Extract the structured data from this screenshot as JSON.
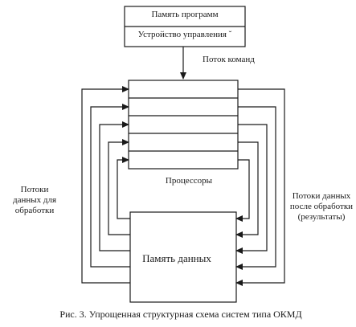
{
  "blocks": {
    "program_memory": "Память программ",
    "control_unit": "Устройство управления ˇ",
    "data_memory": "Память данных"
  },
  "labels": {
    "command_flow": "Поток команд",
    "processors": "Процессоры",
    "input_flows": [
      "Потоки",
      "данных для",
      "обработки"
    ],
    "output_flows": [
      "Потоки данных",
      "после обработки",
      "(результаты)"
    ]
  },
  "caption": "Рис. 3. Упрощенная структурная схема систем типа ОКМД",
  "processor_count": 5
}
